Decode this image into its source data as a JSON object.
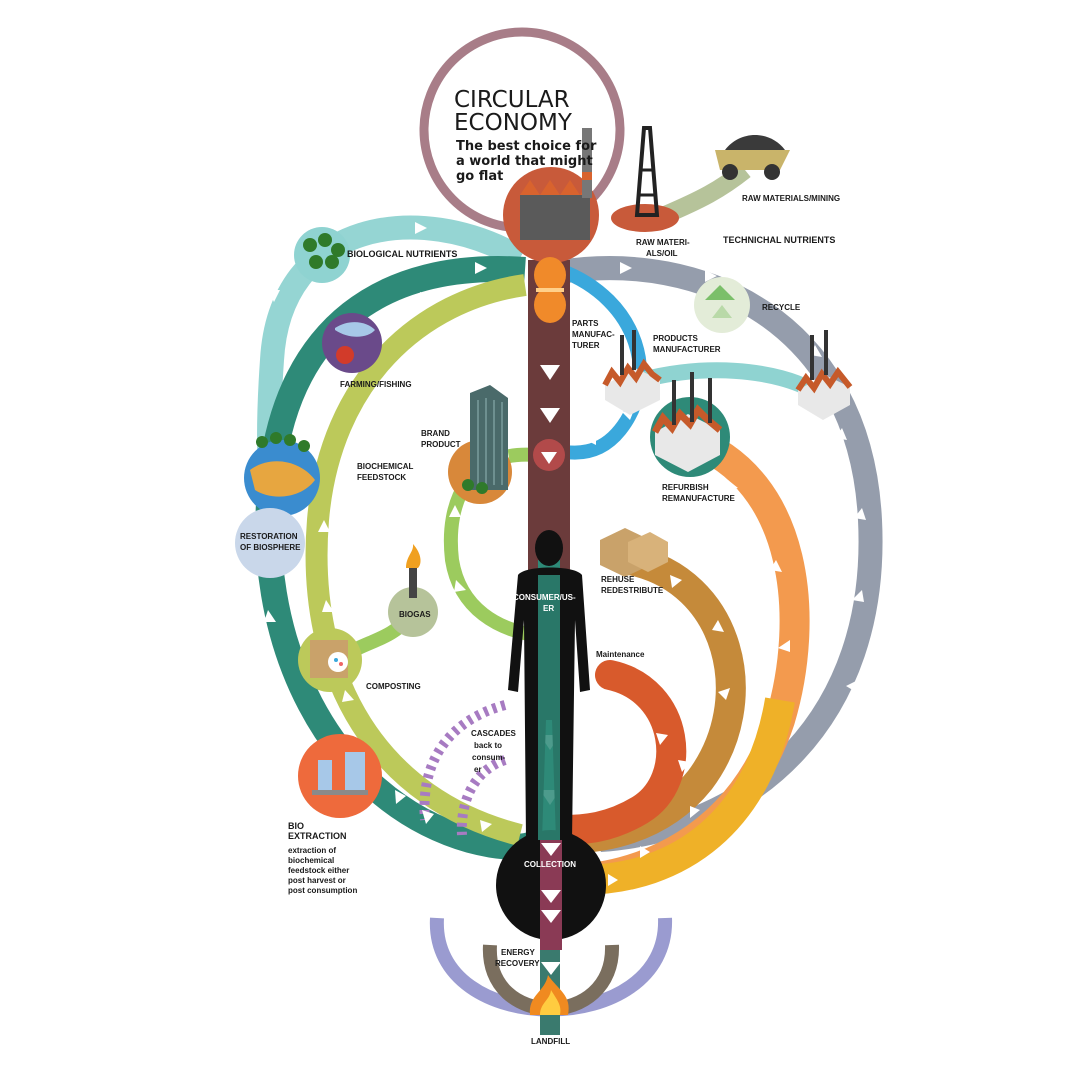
{
  "title": {
    "line1": "CIRCULAR",
    "line2": "ECONOMY",
    "sub1": "The best choice for",
    "sub2": "a world that might",
    "sub3": "go flat"
  },
  "labels": {
    "raw_mining": "RAW MATERIALS/MINING",
    "raw_oil_1": "RAW MATERI-",
    "raw_oil_2": "ALS/OIL",
    "technical_nutrients": "TECHNICHAL NUTRIENTS",
    "biological_nutrients": "BIOLOGICAL NUTRIENTS",
    "recycle": "RECYCLE",
    "parts_1": "PARTS",
    "parts_2": "MANUFAC-",
    "parts_3": "TURER",
    "products_1": "PRODUCTS",
    "products_2": "MANUFACTURER",
    "farming": "FARMING/FISHING",
    "brand_1": "BRAND",
    "brand_2": "PRODUCT",
    "biochem_1": "BIOCHEMICAL",
    "biochem_2": "FEEDSTOCK",
    "refurbish_1": "REFURBISH",
    "refurbish_2": "REMANUFACTURE",
    "restoration_1": "RESTORATION",
    "restoration_2": "OF BIOSPHERE",
    "rehuse_1": "REHUSE",
    "rehuse_2": "REDESTRIBUTE",
    "biogas": "BIOGAS",
    "consumer_1": "CONSUMER/US-",
    "consumer_2": "ER",
    "maintenance": "Maintenance",
    "composting": "COMPOSTING",
    "cascades_1": "CASCADES",
    "cascades_2": "back to",
    "cascades_3": "consum-",
    "cascades_4": "er",
    "bio_extraction_1": "BIO",
    "bio_extraction_2": "EXTRACTION",
    "bio_desc_1": "extraction of",
    "bio_desc_2": "biochemical",
    "bio_desc_3": "feedstock either",
    "bio_desc_4": "post harvest or",
    "bio_desc_5": "post consumption",
    "collection": "COLLECTION",
    "energy_1": "ENERGY",
    "energy_2": "RECOVERY",
    "landfill": "LANDFILL"
  },
  "colors": {
    "title_ring": "#a87d88",
    "spine": "#6b3b3b",
    "teal_light": "#8fd3d1",
    "teal_dark": "#2e8a78",
    "lime": "#bcc95a",
    "green_light": "#9ccb5e",
    "blue": "#3aa8dc",
    "slate": "#8f98a8",
    "orange": "#f39a4e",
    "amber": "#efb128",
    "tan": "#c58a3a",
    "rust": "#d85a2c",
    "sage": "#b6c39a",
    "lilac": "#9a9bd0",
    "collection": "#111111",
    "energy_band": "#8a3a55"
  },
  "icons": [
    "factory-icon",
    "oil-rig-icon",
    "mining-truck-icon",
    "trees-icon",
    "fish-icon",
    "globe-icon",
    "skyscraper-icon",
    "recycle-icon",
    "factory-small-icon",
    "boxes-icon",
    "flame-icon",
    "compost-icon",
    "lab-flask-icon",
    "person-silhouette-icon"
  ]
}
